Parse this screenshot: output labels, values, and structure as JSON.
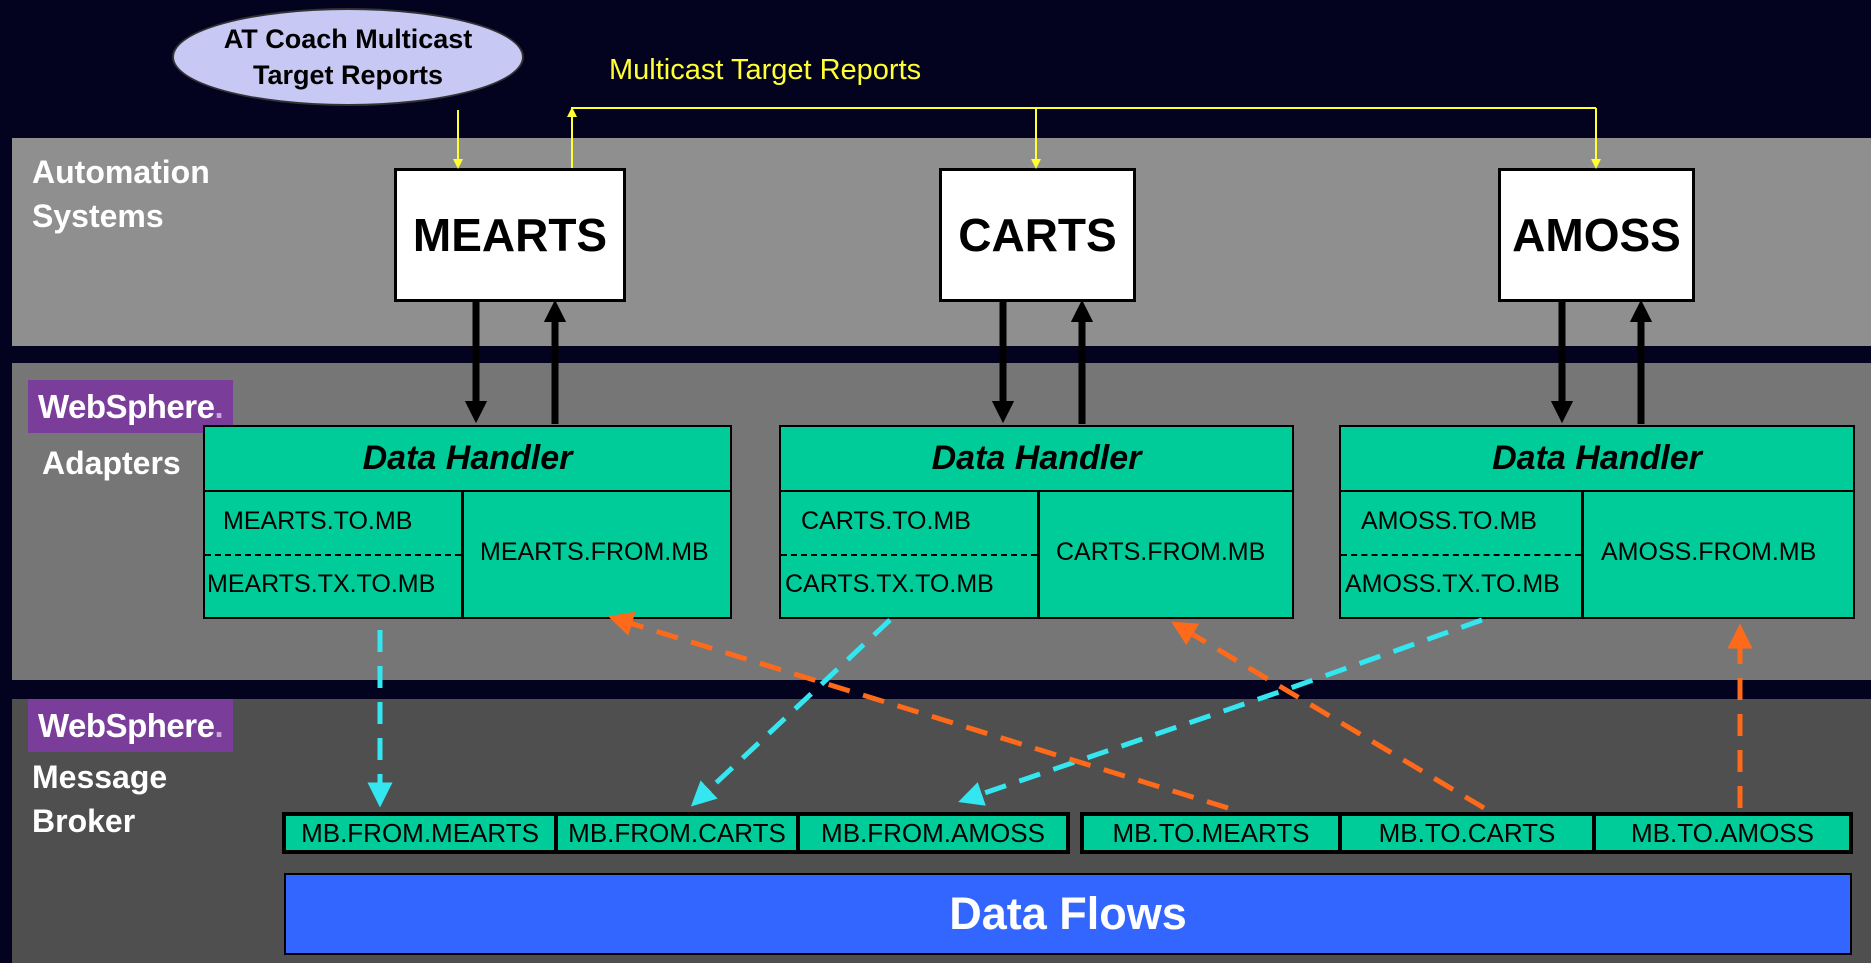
{
  "callout": {
    "line1": "AT Coach Multicast",
    "line2": "Target Reports"
  },
  "multicast_label": "Multicast Target Reports",
  "bands": {
    "automation": {
      "line1": "Automation",
      "line2": "Systems"
    },
    "adapters": {
      "badge": "WebSphere",
      "badge_dot": ".",
      "label": "Adapters"
    },
    "broker": {
      "badge": "WebSphere",
      "badge_dot": ".",
      "line1": "Message",
      "line2": "Broker"
    }
  },
  "systems": [
    "MEARTS",
    "CARTS",
    "AMOSS"
  ],
  "handlers": [
    {
      "title": "Data Handler",
      "to_q": "MEARTS.TO.MB",
      "tx_q": "MEARTS.TX.TO.MB",
      "from_q": "MEARTS.FROM.MB"
    },
    {
      "title": "Data Handler",
      "to_q": "CARTS.TO.MB",
      "tx_q": "CARTS.TX.TO.MB",
      "from_q": "CARTS.FROM.MB"
    },
    {
      "title": "Data Handler",
      "to_q": "AMOSS.TO.MB",
      "tx_q": "AMOSS.TX.TO.MB",
      "from_q": "AMOSS.FROM.MB"
    }
  ],
  "broker_queues_in": [
    "MB.FROM.MEARTS",
    "MB.FROM.CARTS",
    "MB.FROM.AMOSS"
  ],
  "broker_queues_out": [
    "MB.TO.MEARTS",
    "MB.TO.CARTS",
    "MB.TO.AMOSS"
  ],
  "data_flows": "Data Flows",
  "colors": {
    "background": "#03031f",
    "handler": "#00cc99",
    "data_flows": "#3366ff",
    "multicast": "#ffff33",
    "inbound_arrow": "#33e6f0",
    "outbound_arrow": "#ff6a1a",
    "websphere": "#7a3d99"
  }
}
